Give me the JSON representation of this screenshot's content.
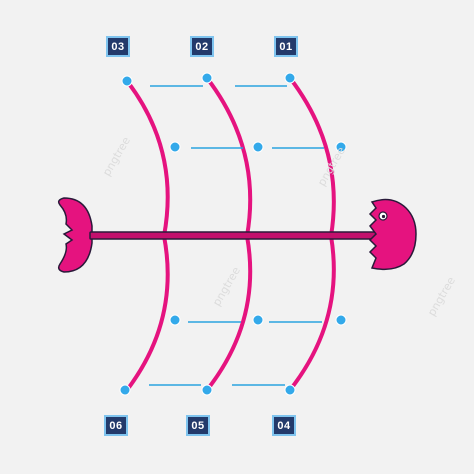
{
  "colors": {
    "bone": "#e5137f",
    "line": "#2aa3e0",
    "dot": "#33a9ea",
    "badge_bg": "#233a6b",
    "badge_border": "#7fc4ef",
    "spine": "#c3106d",
    "outline": "#2a1a3a"
  },
  "labels": {
    "top": [
      "03",
      "02",
      "01"
    ],
    "bottom": [
      "06",
      "05",
      "04"
    ]
  },
  "watermark": "pngtree"
}
